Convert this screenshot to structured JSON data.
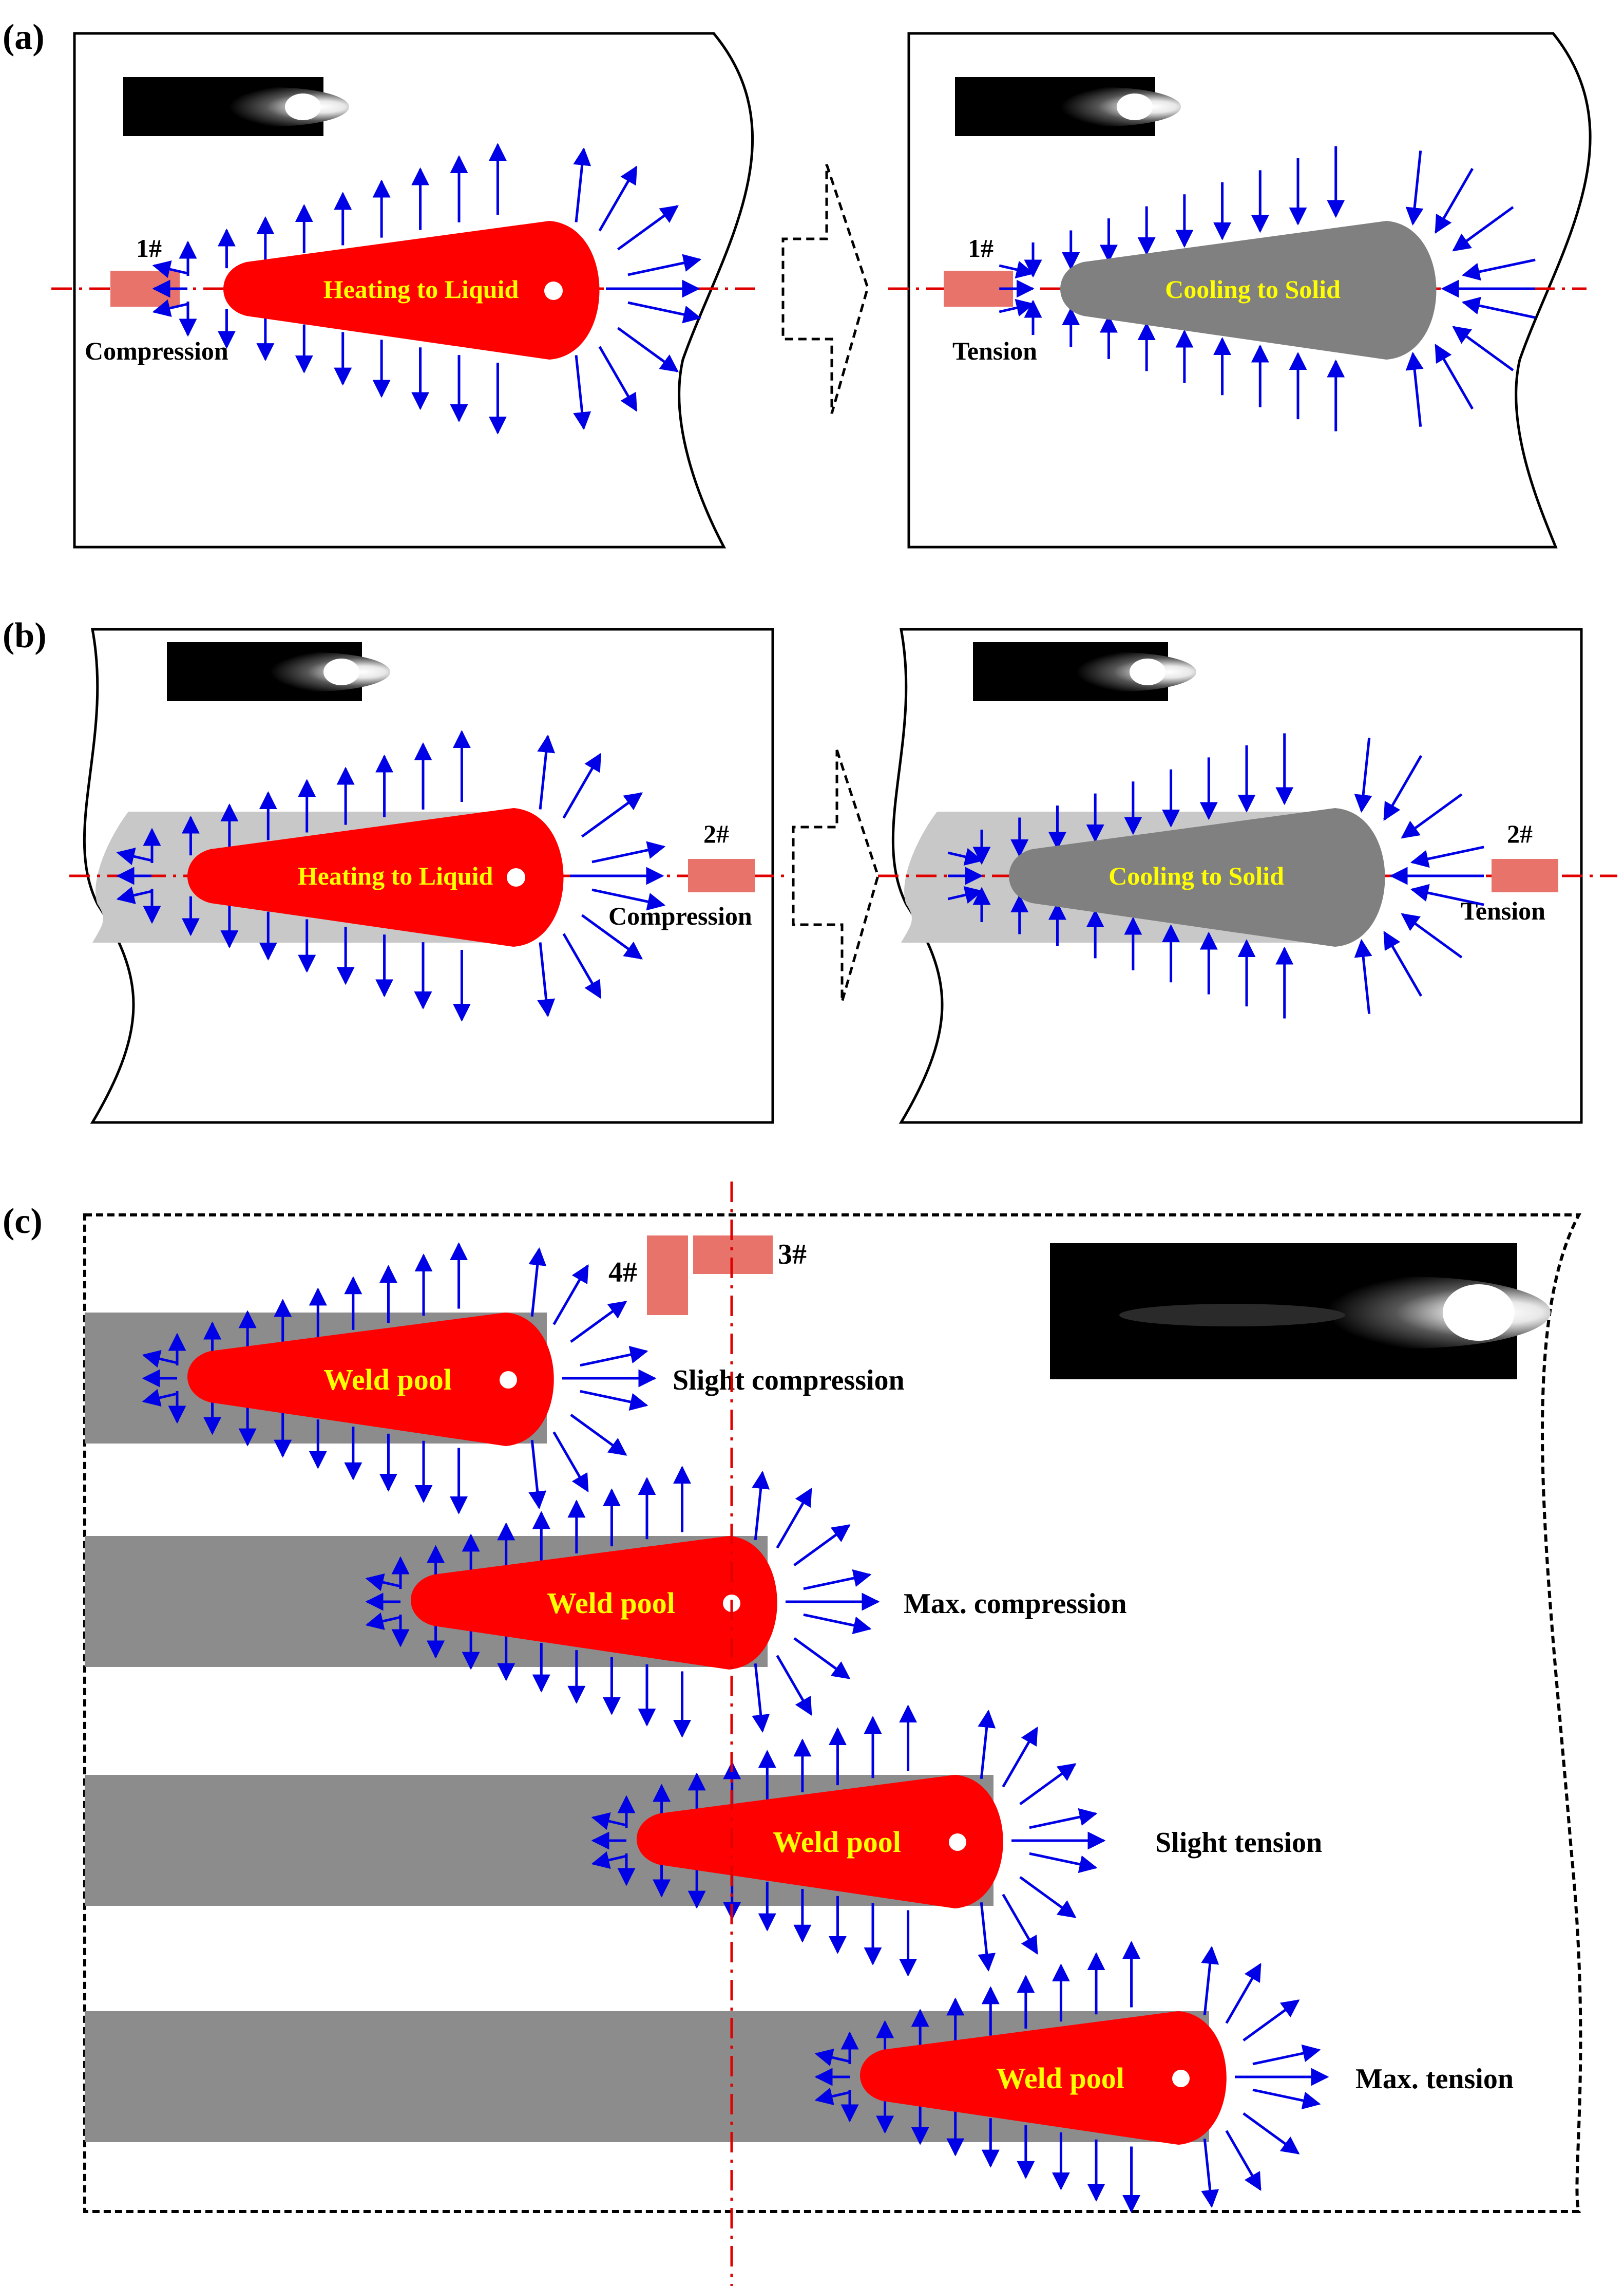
{
  "panels": {
    "a": {
      "label": "(a)",
      "left": {
        "pool_text": "Heating to Liquid",
        "gauge": "1#",
        "stress": "Compression"
      },
      "right": {
        "pool_text": "Cooling to Solid",
        "gauge": "1#",
        "stress": "Tension"
      }
    },
    "b": {
      "label": "(b)",
      "left": {
        "pool_text": "Heating to Liquid",
        "gauge": "2#",
        "stress": "Compression"
      },
      "right": {
        "pool_text": "Cooling to Solid",
        "gauge": "2#",
        "stress": "Tension"
      }
    },
    "c": {
      "label": "(c)",
      "gauge_3": "3#",
      "gauge_4": "4#",
      "stages": [
        {
          "pool_text": "Weld pool",
          "stress": "Slight compression"
        },
        {
          "pool_text": "Weld pool",
          "stress": "Max. compression"
        },
        {
          "pool_text": "Weld pool",
          "stress": "Slight tension"
        },
        {
          "pool_text": "Weld pool",
          "stress": "Max. tension"
        }
      ]
    }
  },
  "colors": {
    "pool_hot": "#ff0000",
    "pool_cold": "#808080",
    "arrow": "#0000e6",
    "gauge": "#e8736b",
    "centerline": "#e00000",
    "pool_text": "#ffff00",
    "weld_bead_light": "#c8c8c8",
    "weld_bead_dark": "#8c8c8c"
  }
}
